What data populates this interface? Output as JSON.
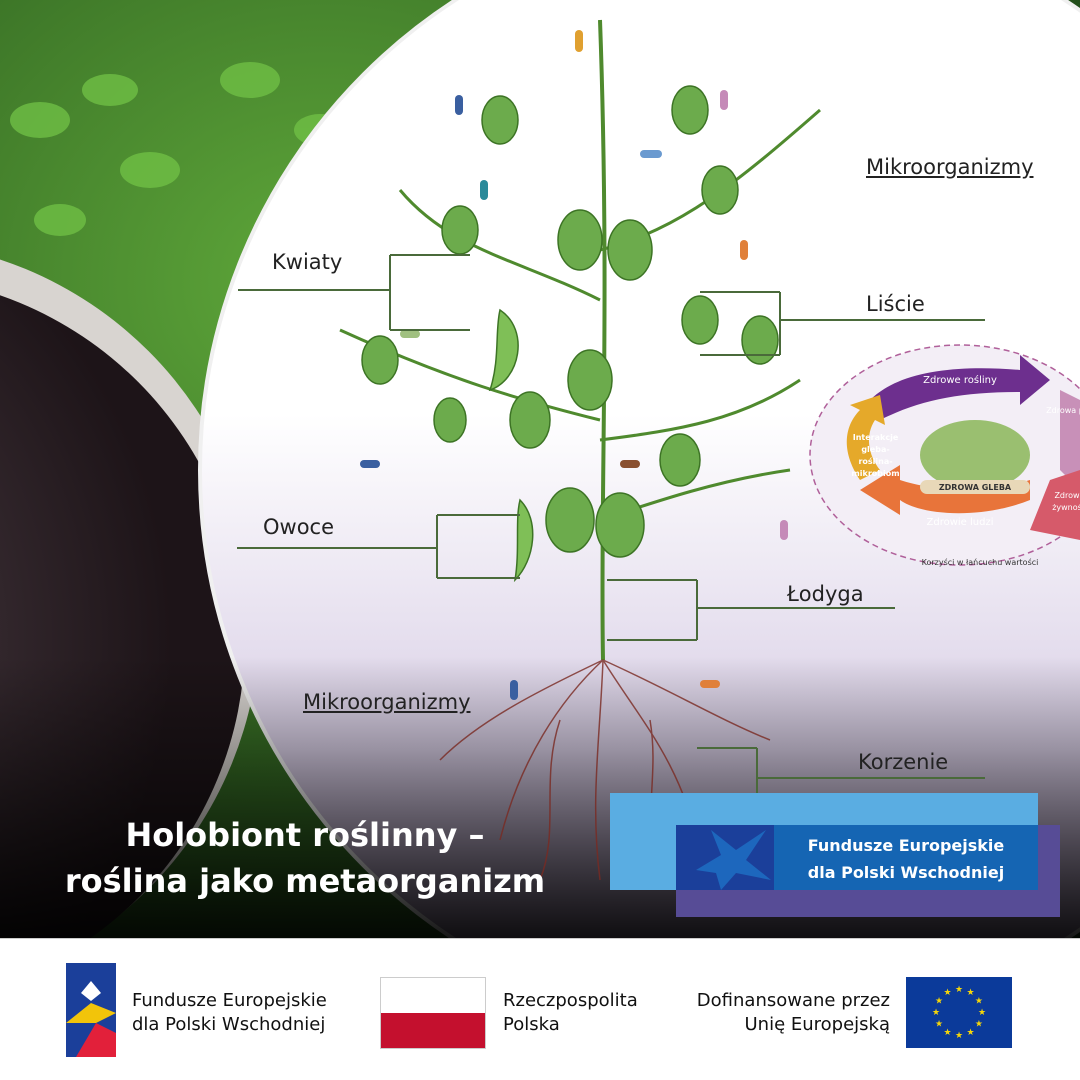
{
  "diagram": {
    "labels": {
      "flowers": "Kwiaty",
      "leaves": "Liście",
      "microbes_top": "Mikroorganizmy",
      "fruits": "Owoce",
      "stem": "Łodyga",
      "microbes_bottom": "Mikroorganizmy",
      "roots": "Korzenie"
    },
    "cycle": {
      "healthy_plants": "Zdrowe rośliny",
      "healthy_feed": "Zdrowa p",
      "healthy_food": "Zdrow żywnoś",
      "human_health": "Zdrowie ludzi",
      "interactions": "Interakcje gleba-roślina-mikrobiom",
      "healthy_soil": "ZDROWA GLEBA",
      "value_chain": "Korzyści w łańcuchu wartości"
    }
  },
  "title": {
    "line1": "Holobiont roślinny –",
    "line2": "roślina jako metaorganizm"
  },
  "banner": {
    "line1": "Fundusze Europejskie",
    "line2": "dla Polski Wschodniej"
  },
  "footer": {
    "fe": {
      "line1": "Fundusze Europejskie",
      "line2": "dla Polski Wschodniej"
    },
    "rp": {
      "line1": "Rzeczpospolita",
      "line2": "Polska"
    },
    "eu": {
      "line1": "Dofinansowane przez",
      "line2": "Unię Europejską"
    }
  },
  "colors": {
    "banner_light": "#5aade2",
    "banner_dark": "#1565b3",
    "banner_purple": "#574c96",
    "eu_blue": "#0b3a9a",
    "pl_red": "#c4102e"
  }
}
